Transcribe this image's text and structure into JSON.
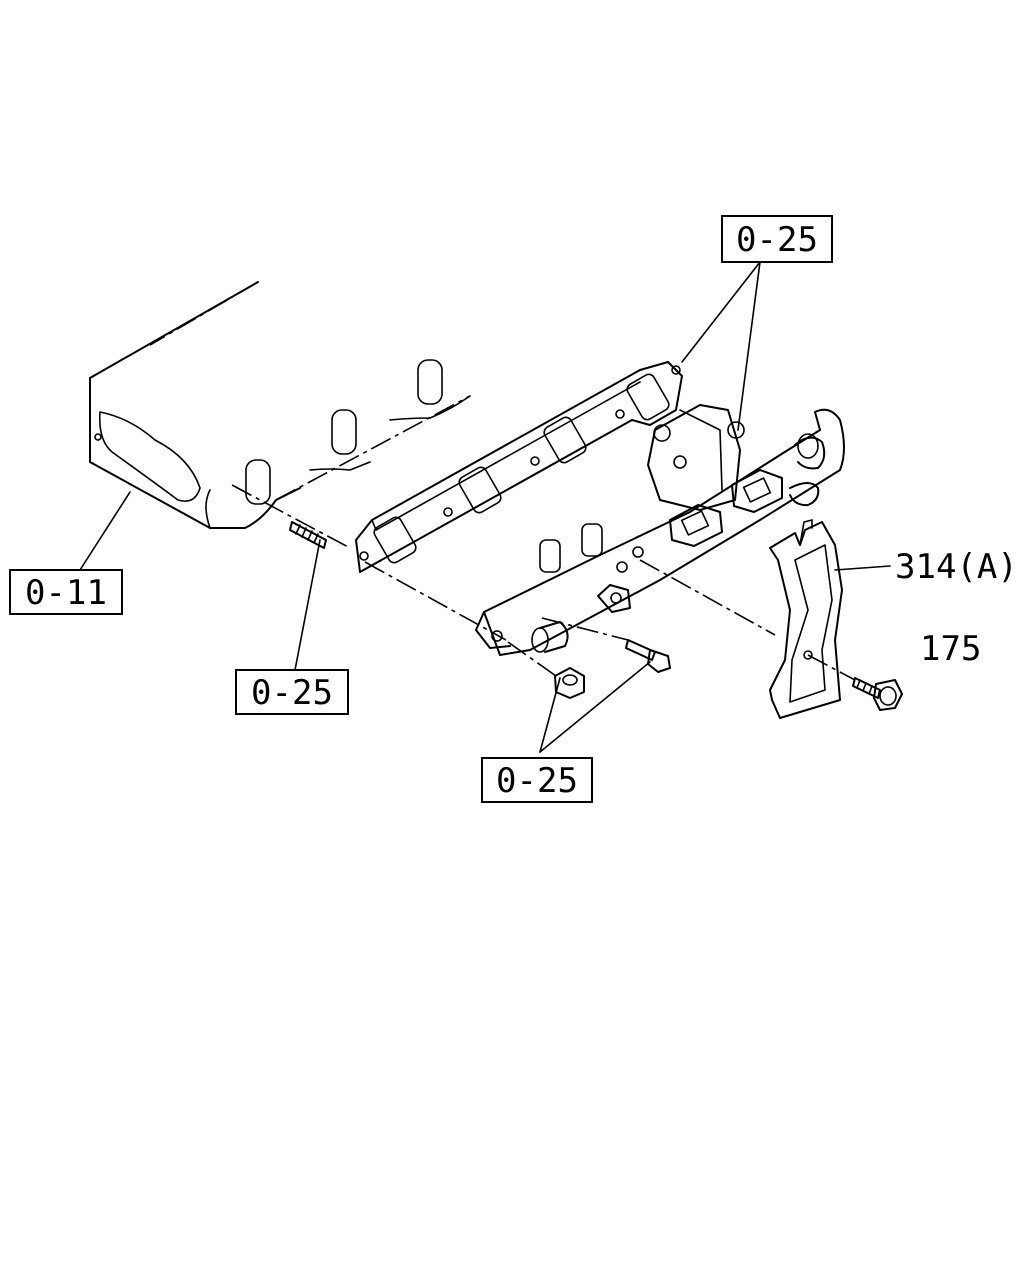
{
  "callouts": {
    "ref_top": "0-25",
    "ref_left": "0-11",
    "ref_stud": "0-25",
    "ref_bottom": "0-25",
    "part_bracket": "314(A)",
    "part_bolt": "175"
  }
}
